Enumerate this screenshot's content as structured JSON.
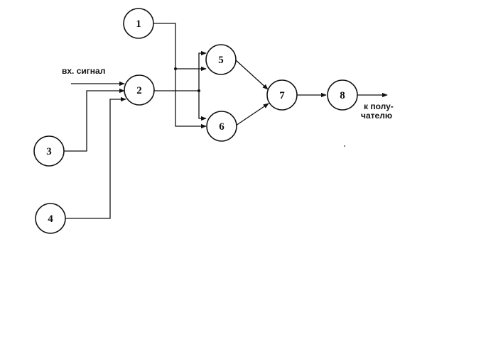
{
  "nodes": [
    {
      "id": "1",
      "label": "1"
    },
    {
      "id": "2",
      "label": "2"
    },
    {
      "id": "3",
      "label": "3"
    },
    {
      "id": "4",
      "label": "4"
    },
    {
      "id": "5",
      "label": "5"
    },
    {
      "id": "6",
      "label": "6"
    },
    {
      "id": "7",
      "label": "7"
    },
    {
      "id": "8",
      "label": "8"
    }
  ],
  "edges": [
    {
      "from": "input",
      "to": "2"
    },
    {
      "from": "3",
      "to": "2"
    },
    {
      "from": "4",
      "to": "2"
    },
    {
      "from": "1",
      "to": "5"
    },
    {
      "from": "1",
      "to": "6"
    },
    {
      "from": "2",
      "to": "5"
    },
    {
      "from": "2",
      "to": "6"
    },
    {
      "from": "5",
      "to": "7"
    },
    {
      "from": "6",
      "to": "7"
    },
    {
      "from": "7",
      "to": "8"
    },
    {
      "from": "8",
      "to": "output"
    }
  ],
  "labels": {
    "input_signal": "вх. сигнал",
    "output_line1": "к полу-",
    "output_line2": "чателю"
  }
}
